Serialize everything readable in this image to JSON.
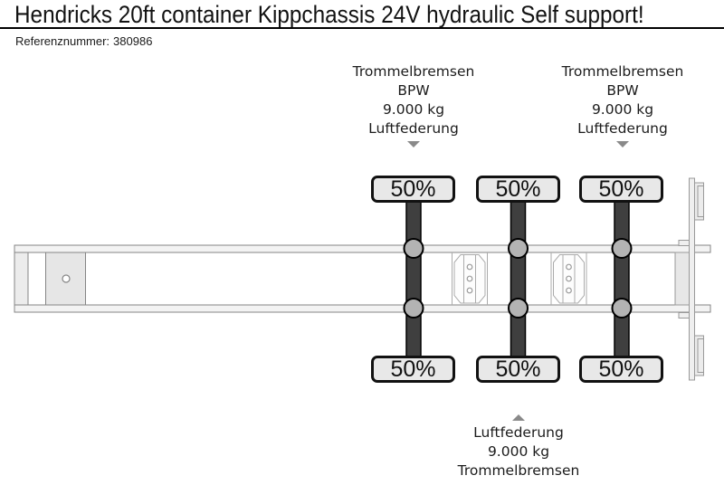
{
  "header": {
    "title": "Hendricks 20ft container Kippchassis 24V hydraulic Self support!",
    "reference_label": "Referenznummer:",
    "reference_value": "380986"
  },
  "annotations": {
    "top_left": {
      "lines": [
        "Trommelbremsen",
        "BPW",
        "9.000 kg",
        "Luftfederung"
      ],
      "arrow": "down"
    },
    "top_right": {
      "lines": [
        "Trommelbremsen",
        "BPW",
        "9.000 kg",
        "Luftfederung"
      ],
      "arrow": "down"
    },
    "bottom": {
      "lines": [
        "Luftfederung",
        "9.000 kg",
        "Trommelbremsen"
      ],
      "arrow": "up"
    }
  },
  "wheels": {
    "labels": [
      "50%",
      "50%",
      "50%",
      "50%",
      "50%"
    ],
    "label_6": "50%"
  },
  "diagram": {
    "type": "trailer-axle-top-view",
    "axle_count": 3,
    "axle_load_share": [
      "50%",
      "50%",
      "50%",
      "50%",
      "50%",
      "50%"
    ]
  },
  "colors": {
    "axle_bar": "#3f3f3f",
    "wheel_fill": "#e8e8e8",
    "wheel_border": "#111111",
    "rail_fill": "#f3f3f3",
    "rail_stroke": "#858585",
    "hub_fill": "#b3b3b3",
    "arrow_gray": "#8a8a8a",
    "text": "#1c1c1c"
  }
}
